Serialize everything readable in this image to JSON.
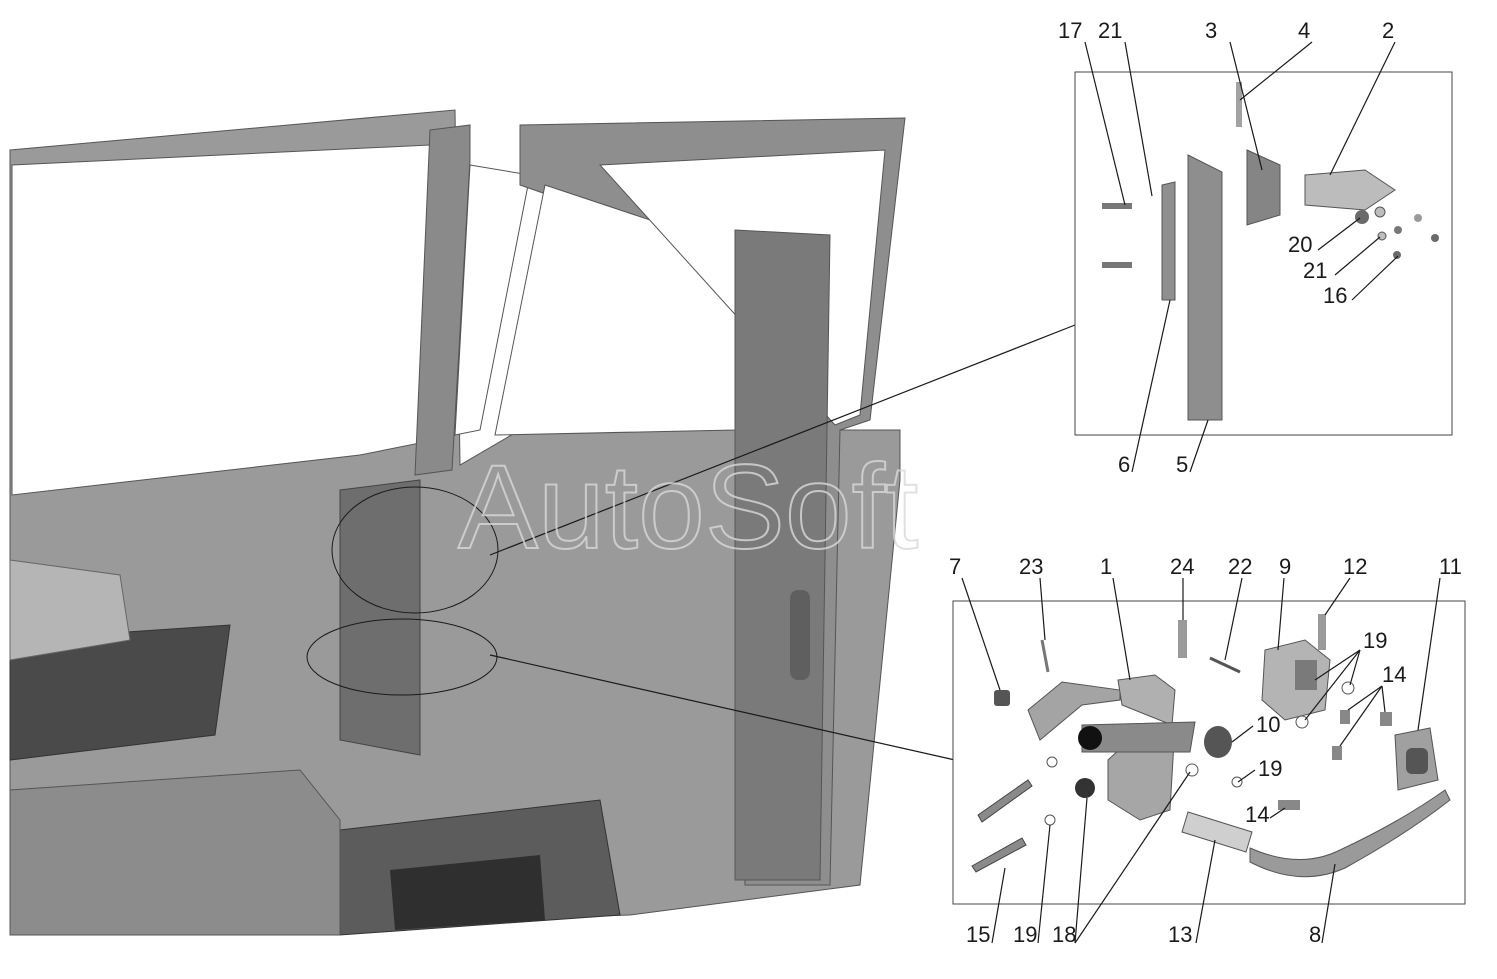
{
  "watermark": "AutoSoft",
  "callouts": {
    "top_panel": [
      "17",
      "21",
      "3",
      "4",
      "2",
      "20",
      "21",
      "16",
      "6",
      "5"
    ],
    "bottom_panel": [
      "7",
      "23",
      "1",
      "24",
      "22",
      "9",
      "12",
      "11",
      "19",
      "14",
      "10",
      "19",
      "14",
      "15",
      "19",
      "18",
      "13",
      "8"
    ]
  },
  "colors": {
    "background": "#ffffff",
    "cab_body": "#9a9a9a",
    "cab_shadow": "#6e6e6e",
    "part_fill": "#a8a8a8",
    "line": "#1a1a1a"
  }
}
